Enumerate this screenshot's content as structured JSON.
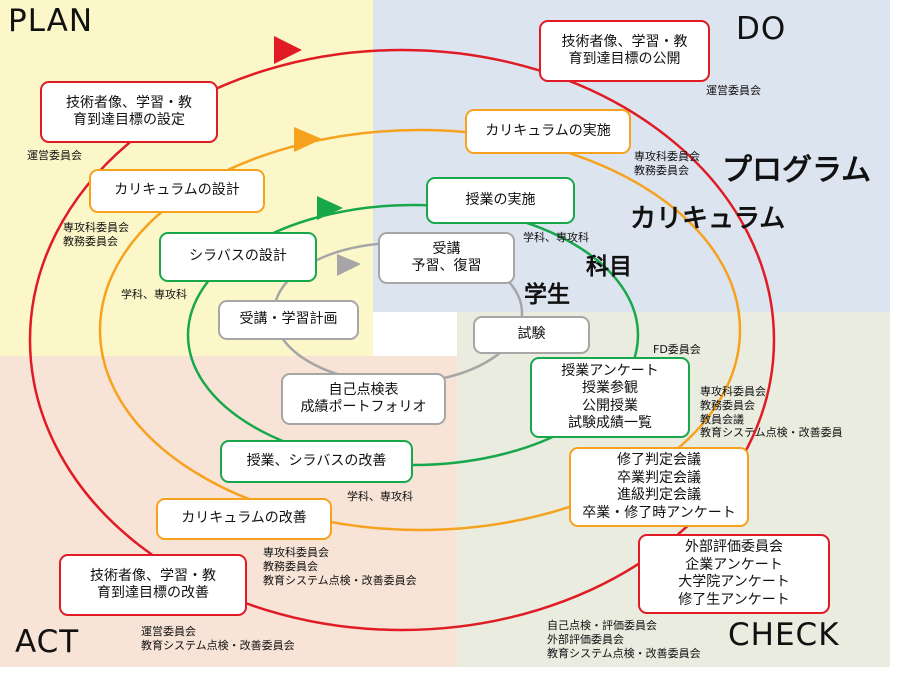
{
  "corners": {
    "plan": "PLAN",
    "do": "DO",
    "check": "CHECK",
    "act": "ACT"
  },
  "colors": {
    "plan_bg": "#fbf7c9",
    "do_bg": "#dce4f0",
    "check_bg": "#e9ecdf",
    "act_bg": "#f8e3d7",
    "program_loop": "#e01b24",
    "curriculum_loop": "#f6a21e",
    "course_loop": "#18a84b",
    "student_loop": "#a6a6a6"
  },
  "levels": {
    "program": "プログラム",
    "curriculum": "カリキュラム",
    "course": "科目",
    "student": "学生"
  },
  "boxes": {
    "program_plan": "技術者像、学習・教\n育到達目標の設定",
    "program_do": "技術者像、学習・教\n育到達目標の公開",
    "program_check": "外部評価委員会\n企業アンケート\n大学院アンケート\n修了生アンケート",
    "program_act": "技術者像、学習・教\n育到達目標の改善",
    "curriculum_plan": "カリキュラムの設計",
    "curriculum_do": "カリキュラムの実施",
    "curriculum_check": "修了判定会議\n卒業判定会議\n進級判定会議\n卒業・修了時アンケート",
    "curriculum_act": "カリキュラムの改善",
    "course_plan": "シラバスの設計",
    "course_do": "授業の実施",
    "course_check": "授業アンケート\n授業参観\n公開授業\n試験成績一覧",
    "course_act": "授業、シラバスの改善",
    "student_plan": "受講・学習計画",
    "student_do": "受講\n予習、復習",
    "student_check": "試験",
    "student_act": "自己点検表\n成績ポートフォリオ"
  },
  "notes": {
    "plan_program": "運営委員会",
    "plan_curriculum": "専攻科委員会\n教務委員会",
    "plan_course": "学科、専攻科",
    "do_program": "運営委員会",
    "do_curriculum": "専攻科委員会\n教務委員会",
    "do_course": "学科、専攻科",
    "check_course": "FD委員会",
    "check_curriculum": "専攻科委員会\n教務委員会\n教員会議\n教育システム点検・改善委員",
    "check_program": "自己点検・評価委員会\n外部評価委員会\n教育システム点検・改善委員会",
    "act_course": "学科、専攻科",
    "act_curriculum": "専攻科委員会\n教務委員会\n教育システム点検・改善委員会",
    "act_program": "運営委員会\n教育システム点検・改善委員会"
  }
}
